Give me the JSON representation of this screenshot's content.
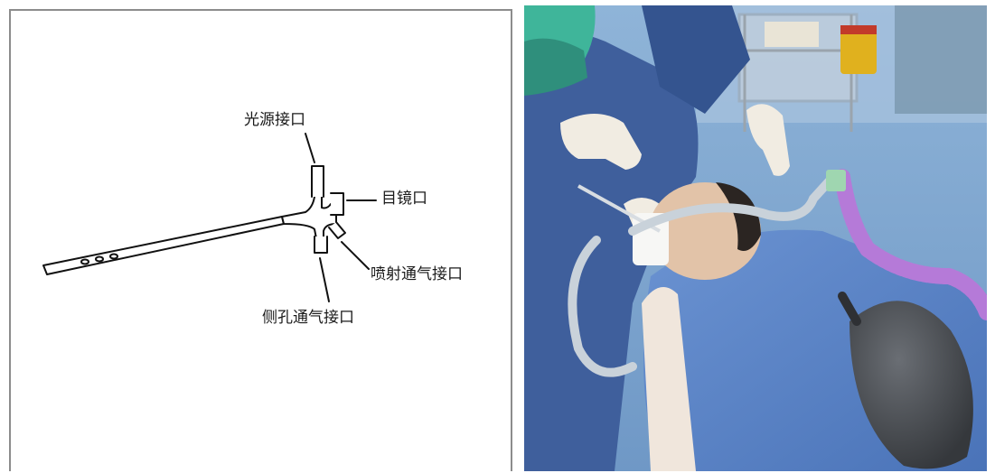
{
  "diagram": {
    "labels": {
      "light_source_port": "光源接口",
      "eyepiece_port": "目镜口",
      "jet_ventilation_port": "喷射通气接口",
      "side_hole_ventilation_port": "侧孔通气接口"
    }
  },
  "photo": {
    "colors": {
      "drape": "#5a84c8",
      "gown": "#3f5f9c",
      "mask": "#3fb59a",
      "glove": "#f1ece2",
      "tubing": "#c9d2da",
      "corrugated_circuit": "#b57ad8",
      "bag": "#4a4d52"
    }
  }
}
